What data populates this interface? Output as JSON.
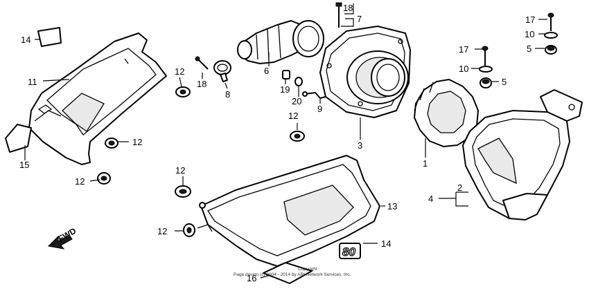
{
  "diagram": {
    "callouts": {
      "c1": "1",
      "c2": "2",
      "c3": "3",
      "c4": "4",
      "c5a": "5",
      "c5b": "5",
      "c6": "6",
      "c7": "7",
      "c8": "8",
      "c9": "9",
      "c10a": "10",
      "c10b": "10",
      "c11": "11",
      "c12a": "12",
      "c12b": "12",
      "c12c": "12",
      "c12d": "12",
      "c12e": "12",
      "c12f": "12",
      "c13": "13",
      "c14a": "14",
      "c14b": "14",
      "c15": "15",
      "c16": "16",
      "c17a": "17",
      "c17b": "17",
      "c18a": "18",
      "c18b": "18",
      "c19": "19",
      "c20": "20"
    },
    "fwd_label": "FWD",
    "emblem_text": "80",
    "copyright_line1": "Copyright",
    "copyright_line2": "Page design (c) 2004 - 2014 by ARI Network Services, Inc."
  }
}
